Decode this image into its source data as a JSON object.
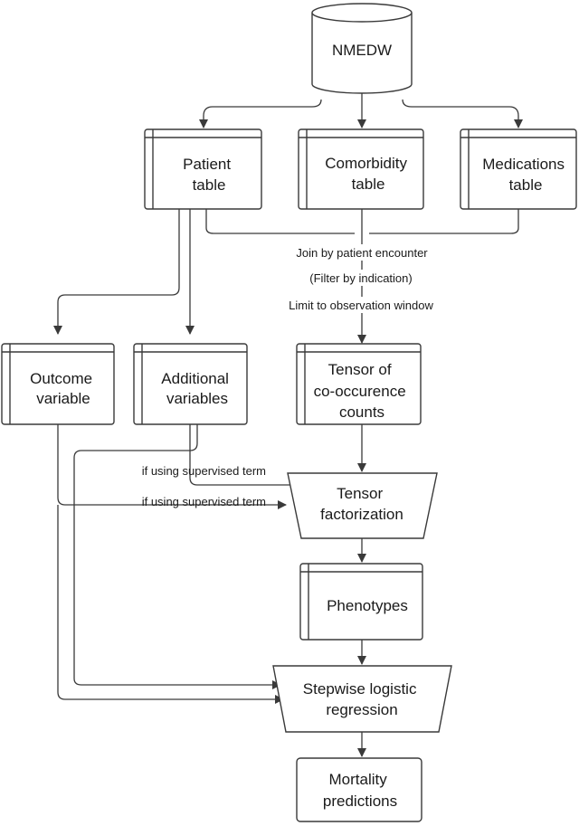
{
  "nodes": {
    "nmedw": {
      "lines": [
        "NMEDW"
      ]
    },
    "patient": {
      "lines": [
        "Patient",
        "table"
      ]
    },
    "comorbidity": {
      "lines": [
        "Comorbidity",
        "table"
      ]
    },
    "medications": {
      "lines": [
        "Medications",
        "table"
      ]
    },
    "outcome": {
      "lines": [
        "Outcome",
        "variable"
      ]
    },
    "additional": {
      "lines": [
        "Additional",
        "variables"
      ]
    },
    "tensor_counts": {
      "lines": [
        "Tensor of",
        "co-occurence",
        "counts"
      ]
    },
    "factorization": {
      "lines": [
        "Tensor",
        "factorization"
      ]
    },
    "phenotypes": {
      "lines": [
        "Phenotypes"
      ]
    },
    "regression": {
      "lines": [
        "Stepwise logistic",
        "regression"
      ]
    },
    "predictions": {
      "lines": [
        "Mortality",
        "predictions"
      ]
    }
  },
  "edge_labels": {
    "join": "Join by patient encounter",
    "filter": "(Filter by indication)",
    "limit": "Limit to observation window",
    "supervised_1": "if using supervised term",
    "supervised_2": "if using supervised term"
  },
  "colors": {
    "stroke": "#3a3a3a",
    "text": "#1a1a1a",
    "fill": "#ffffff"
  }
}
